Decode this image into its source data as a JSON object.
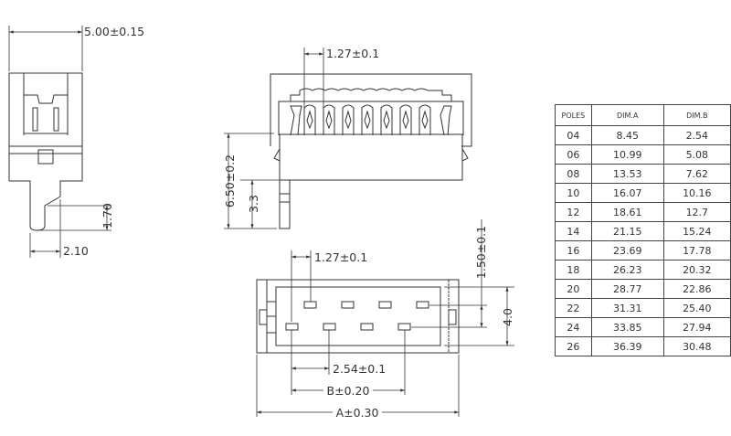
{
  "side_view": {
    "width_label": "5.00±0.15",
    "pin_height_label": "1.70",
    "pin_offset_label": "2.10"
  },
  "front_view": {
    "pitch_label": "1.27±0.1",
    "height_label": "6.50±0.2",
    "pin_length_label": "3.3"
  },
  "top_view": {
    "pitch_label": "1.27±0.1",
    "row_offset_label": "1.50±0.1",
    "depth_label": "4.0",
    "pin_spacing_label": "2.54±0.1",
    "dim_b_label": "B±0.20",
    "dim_a_label": "A±0.30"
  },
  "dimension_table": {
    "headers": [
      "POLES",
      "DIM.A",
      "DIM.B"
    ],
    "rows": [
      [
        "04",
        "8.45",
        "2.54"
      ],
      [
        "06",
        "10.99",
        "5.08"
      ],
      [
        "08",
        "13.53",
        "7.62"
      ],
      [
        "10",
        "16.07",
        "10.16"
      ],
      [
        "12",
        "18.61",
        "12.7"
      ],
      [
        "14",
        "21.15",
        "15.24"
      ],
      [
        "16",
        "23.69",
        "17.78"
      ],
      [
        "18",
        "26.23",
        "20.32"
      ],
      [
        "20",
        "28.77",
        "22.86"
      ],
      [
        "22",
        "31.31",
        "25.40"
      ],
      [
        "24",
        "33.85",
        "27.94"
      ],
      [
        "26",
        "36.39",
        "30.48"
      ]
    ]
  }
}
